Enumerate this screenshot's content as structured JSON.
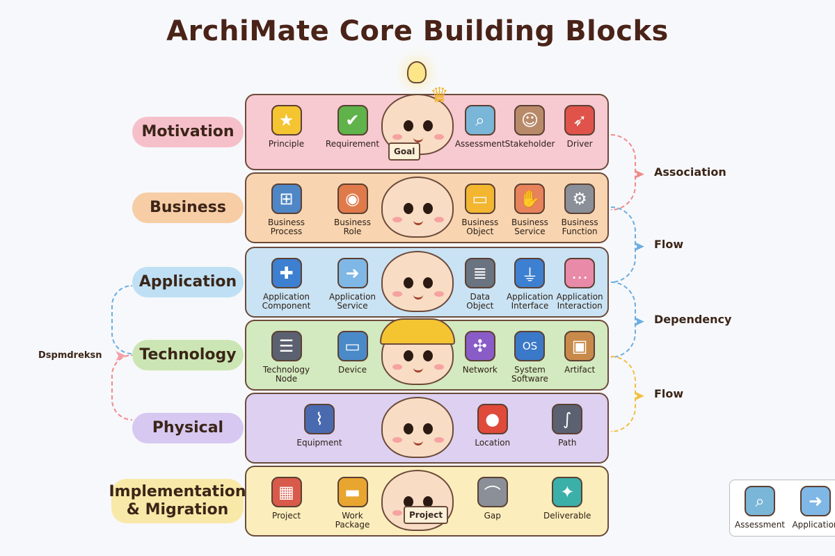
{
  "title": "ArchiMate Core Building Blocks",
  "layers": [
    {
      "name": "Motivation",
      "color": "#f7c9d1",
      "tag": "#f6c0cb",
      "left": [
        {
          "label": "Principle",
          "icon": "star-icon",
          "glyph": "★",
          "c": "#f5c431"
        },
        {
          "label": "Requirement",
          "icon": "checklist-icon",
          "glyph": "✔",
          "c": "#5fb34a"
        }
      ],
      "right": [
        {
          "label": "Assessment",
          "icon": "magnifier-icon",
          "glyph": "⌕",
          "c": "#7ab6d8"
        },
        {
          "label": "Stakeholder",
          "icon": "people-icon",
          "glyph": "☺",
          "c": "#b98a6a"
        },
        {
          "label": "Driver",
          "icon": "rocket-icon",
          "glyph": "➶",
          "c": "#e0534a"
        }
      ],
      "prop": "Goal"
    },
    {
      "name": "Business",
      "color": "#f8d5b0",
      "tag": "#f7cda6",
      "left": [
        {
          "label": "Business Process",
          "icon": "flowchart-icon",
          "glyph": "⊞",
          "c": "#4e86c6"
        },
        {
          "label": "Business Role",
          "icon": "role-badge-icon",
          "glyph": "◉",
          "c": "#e07a4a"
        }
      ],
      "right": [
        {
          "label": "Business Object",
          "icon": "folder-icon",
          "glyph": "▭",
          "c": "#f2b631"
        },
        {
          "label": "Business Service",
          "icon": "handshake-icon",
          "glyph": "✋",
          "c": "#e8825a"
        },
        {
          "label": "Business Function",
          "icon": "gear-icon",
          "glyph": "⚙",
          "c": "#8a8f98"
        }
      ]
    },
    {
      "name": "Application",
      "color": "#c9e3f4",
      "tag": "#bfe0f4",
      "left": [
        {
          "label": "Application Component",
          "icon": "puzzle-icon",
          "glyph": "✚",
          "c": "#3d7fd0"
        },
        {
          "label": "Application Service",
          "icon": "cloud-arrow-icon",
          "glyph": "➜",
          "c": "#7fb8e6"
        }
      ],
      "right": [
        {
          "label": "Data Object",
          "icon": "database-icon",
          "glyph": "≣",
          "c": "#6a7380"
        },
        {
          "label": "Application Interface",
          "icon": "plug-icon",
          "glyph": "⏚",
          "c": "#3d7fd0"
        },
        {
          "label": "Application Interaction",
          "icon": "chat-bubbles-icon",
          "glyph": "…",
          "c": "#e88aa8"
        }
      ]
    },
    {
      "name": "Technology",
      "color": "#d3e9bf",
      "tag": "#cbe6b4",
      "left": [
        {
          "label": "Technology Node",
          "icon": "server-icon",
          "glyph": "☰",
          "c": "#5b6170"
        },
        {
          "label": "Device",
          "icon": "laptop-icon",
          "glyph": "▭",
          "c": "#4a8ac8"
        }
      ],
      "right": [
        {
          "label": "Network",
          "icon": "network-icon",
          "glyph": "✣",
          "c": "#8a5cc8"
        },
        {
          "label": "System Software",
          "icon": "os-icon",
          "glyph": "OS",
          "c": "#3a78c8"
        },
        {
          "label": "Artifact",
          "icon": "box-icon",
          "glyph": "▣",
          "c": "#c88a4a"
        }
      ]
    },
    {
      "name": "Physical",
      "color": "#ddd0f0",
      "tag": "#d6c8f0",
      "left": [
        {
          "label": "Equipment",
          "icon": "router-icon",
          "glyph": "⌇",
          "c": "#4a6ab0"
        }
      ],
      "right": [
        {
          "label": "Location",
          "icon": "map-pin-icon",
          "glyph": "●",
          "c": "#e04a3a"
        },
        {
          "label": "Path",
          "icon": "road-icon",
          "glyph": "∫",
          "c": "#5b6170"
        }
      ]
    },
    {
      "name": "Implementation & Migration",
      "color": "#fbeebc",
      "tag": "#f9e9a8",
      "left": [
        {
          "label": "Project",
          "icon": "calendar-icon",
          "glyph": "▦",
          "c": "#d85a4a"
        },
        {
          "label": "Work Package",
          "icon": "toolbox-icon",
          "glyph": "▬",
          "c": "#e8a530"
        }
      ],
      "right": [
        {
          "label": "Gap",
          "icon": "bridge-icon",
          "glyph": "⌒",
          "c": "#8a8f98"
        },
        {
          "label": "Deliverable",
          "icon": "gift-icon",
          "glyph": "✦",
          "c": "#3ab0a8"
        }
      ],
      "prop": "Project"
    }
  ],
  "relations_right": [
    {
      "label": "Association",
      "color": "#f08a8a"
    },
    {
      "label": "Flow",
      "color": "#6aaee0"
    },
    {
      "label": "Dependency",
      "color": "#6aaee0"
    },
    {
      "label": "Flow",
      "color": "#f0c040"
    }
  ],
  "relations_left": {
    "label": "Dspmdreksn"
  },
  "legend": [
    {
      "label": "Assessment",
      "icon": "magnifier-icon",
      "glyph": "⌕",
      "c": "#7ab6d8"
    },
    {
      "label": "Application",
      "icon": "cloud-arrow-icon",
      "glyph": "➜",
      "c": "#7fb8e6"
    }
  ]
}
